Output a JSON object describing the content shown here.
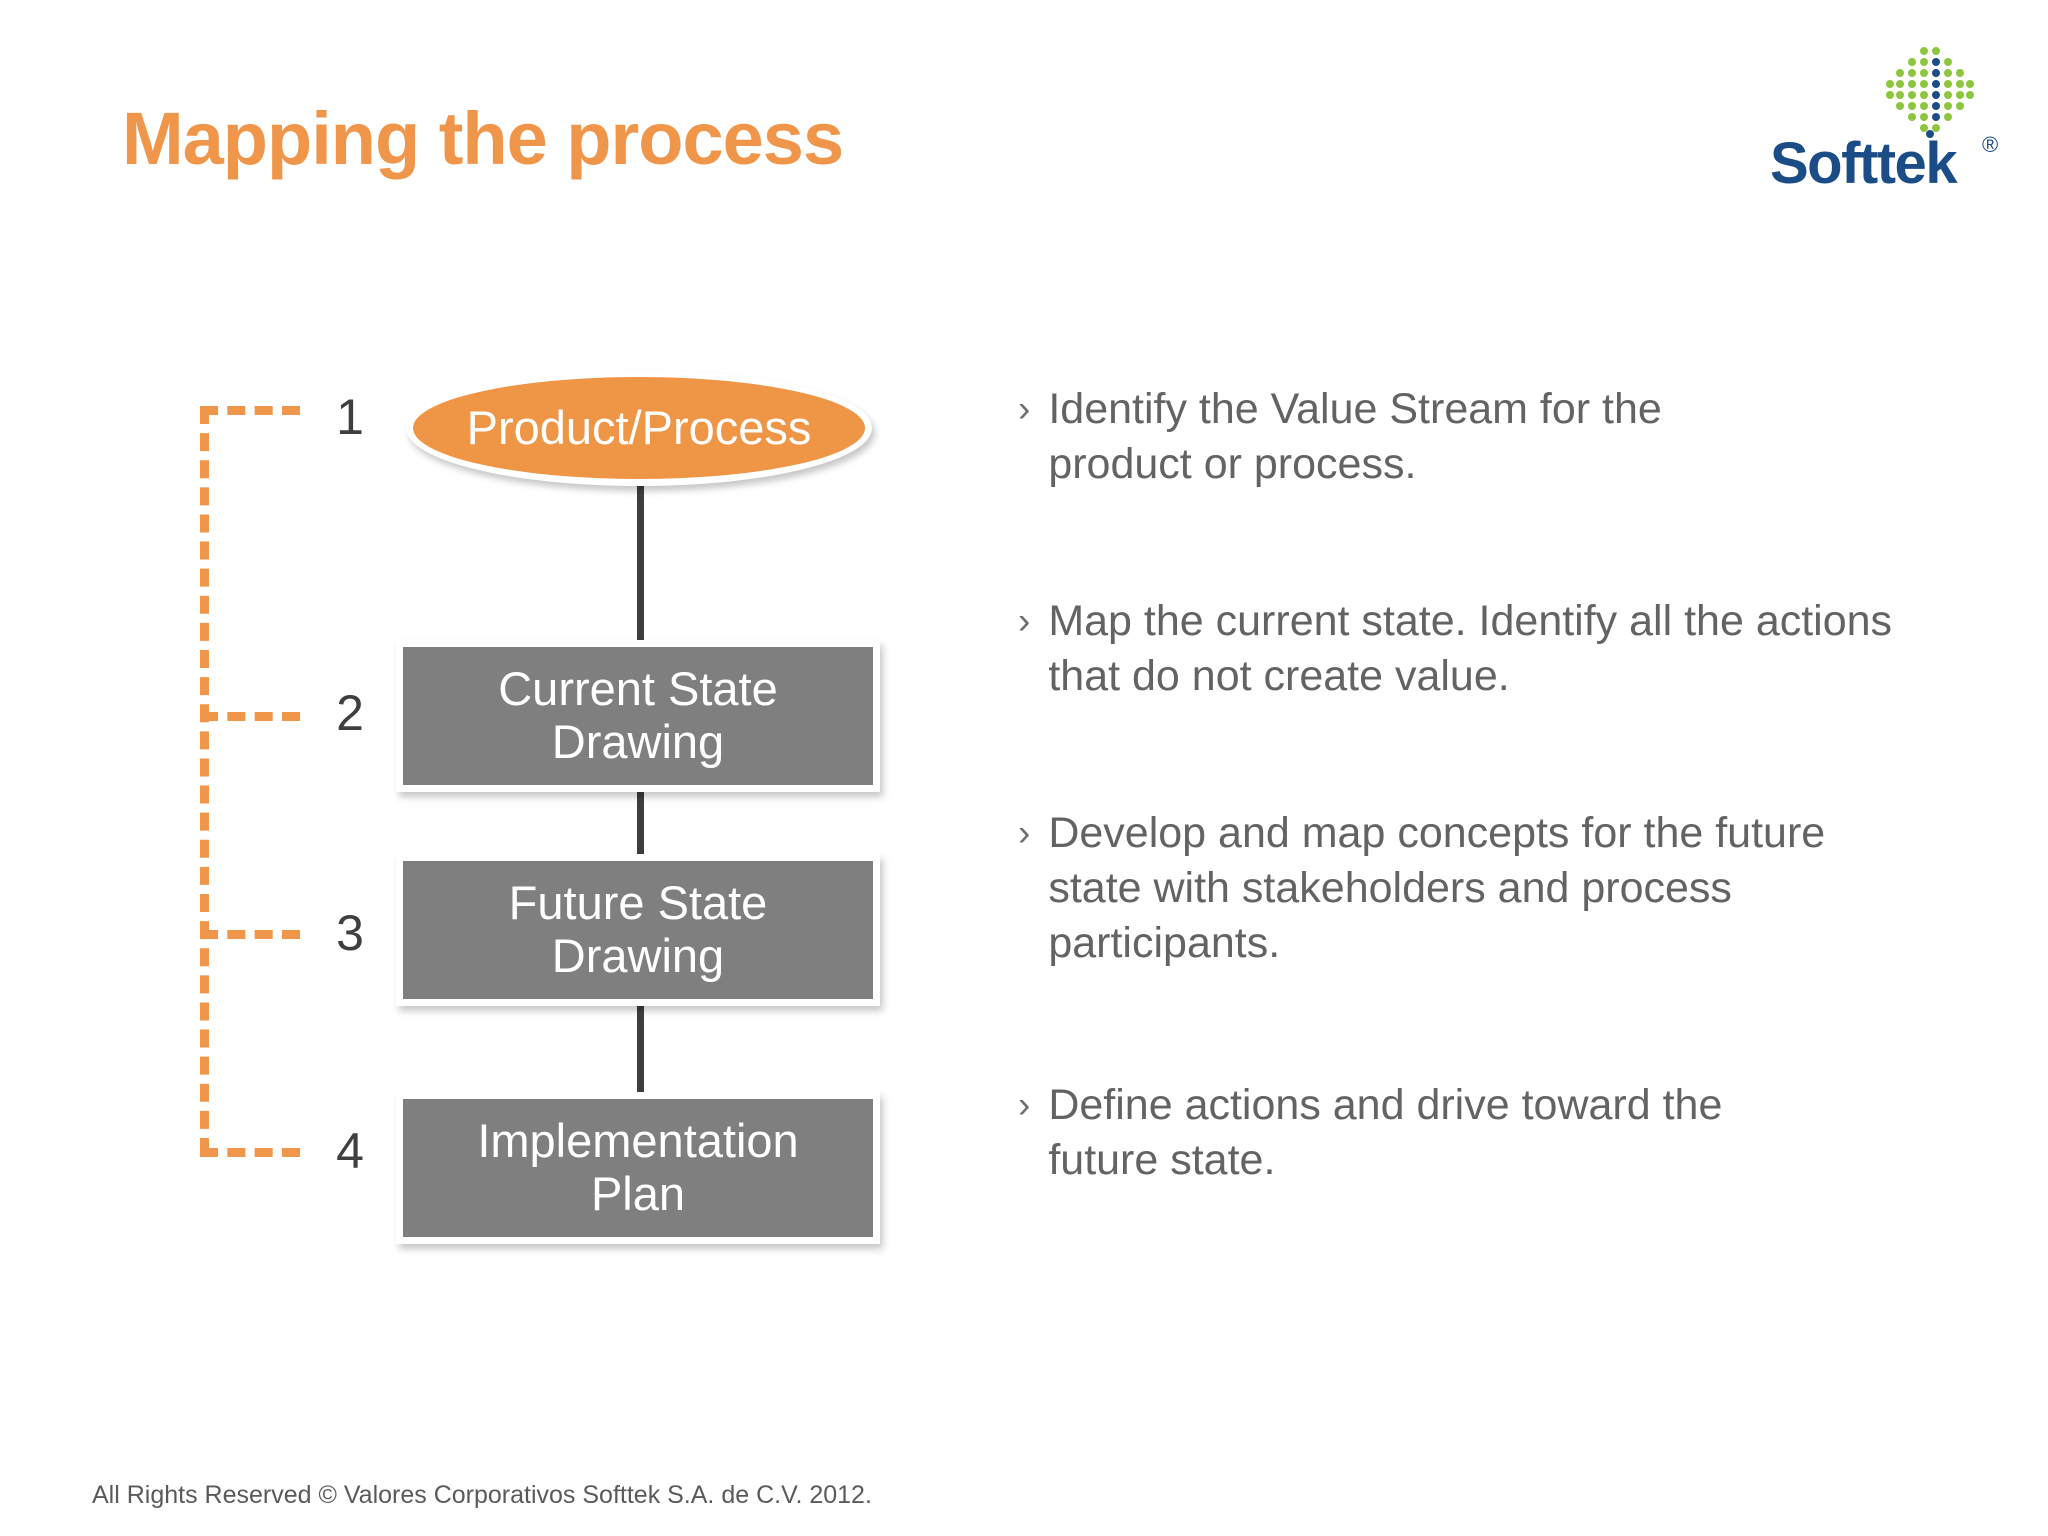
{
  "slide": {
    "title": "Mapping the process",
    "footer": "All Rights Reserved © Valores Corporativos Softtek S.A. de C.V. 2012."
  },
  "brand": {
    "name": "Softtek",
    "registered_mark": "®",
    "logo_icon": "softtek-dot-sphere-icon",
    "wordmark_color": "#1A4C86",
    "dot_green": "#8CC63E",
    "dot_blue": "#1A4C86"
  },
  "colors": {
    "accent_orange": "#F0964A",
    "node_orange": "#EF9546",
    "node_gray": "#7F7F7F",
    "text_gray": "#636363",
    "connector": "#3B3F42"
  },
  "diagram": {
    "bracket_icon": "dashed-bracket-icon",
    "steps": [
      {
        "number": "1",
        "label": "Product/Process",
        "shape": "ellipse"
      },
      {
        "number": "2",
        "label": "Current State\nDrawing",
        "shape": "rectangle"
      },
      {
        "number": "3",
        "label": "Future State\nDrawing",
        "shape": "rectangle"
      },
      {
        "number": "4",
        "label": "Implementation\nPlan",
        "shape": "rectangle"
      }
    ]
  },
  "bullets": {
    "marker": "›",
    "items": [
      {
        "text": "Identify the Value Stream for the product or process."
      },
      {
        "text": "Map the current state. Identify all the actions that do not create value."
      },
      {
        "text": "Develop and map concepts for the future state with stakeholders and process participants."
      },
      {
        "text": "Define actions and drive toward the future state."
      }
    ]
  }
}
